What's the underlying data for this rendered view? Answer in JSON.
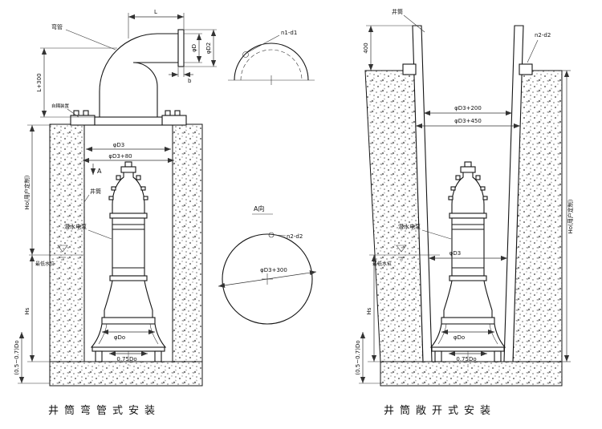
{
  "left": {
    "caption": "井筒弯管式安装",
    "elbow_label": "弯管",
    "coupling_label": "自耦装置",
    "well_label": "井筒",
    "pump_label": "潜水电泵",
    "water_label": "最低水位",
    "view_letter": "A",
    "dim_L": "L",
    "dim_L300": "L+300",
    "dim_phiD": "φD",
    "dim_phiD2": "φD2",
    "dim_b": "b",
    "dim_phiD3": "φD3",
    "dim_phiD3_80": "φD3+80",
    "dim_Ho": "Ho(用户定制)",
    "dim_Hs": "Hs",
    "dim_clearance": "(0.5~0.7)Do",
    "dim_phiDo": "φDo",
    "dim_075Do": "0.75Do"
  },
  "flange_detail": {
    "bolt_label": "n1-d1"
  },
  "section_a": {
    "title": "A向",
    "bolt_label": "n2-d2",
    "dim_bolt_circle": "φD3+300"
  },
  "right": {
    "caption": "井筒敞开式安装",
    "well_label": "井筒",
    "pump_label": "潜水电泵",
    "water_label": "最低水位",
    "lug_label": "n2-d2",
    "dim_400": "400",
    "dim_phiD3_200": "φD3+200",
    "dim_phiD3_450": "φD3+450",
    "dim_phiD3": "φD3",
    "dim_Ho": "Ho(用户定制)",
    "dim_Hs": "Hs",
    "dim_clearance": "(0.5~0.7)Do",
    "dim_phiDo": "φDo",
    "dim_075Do": "0.75Do"
  }
}
